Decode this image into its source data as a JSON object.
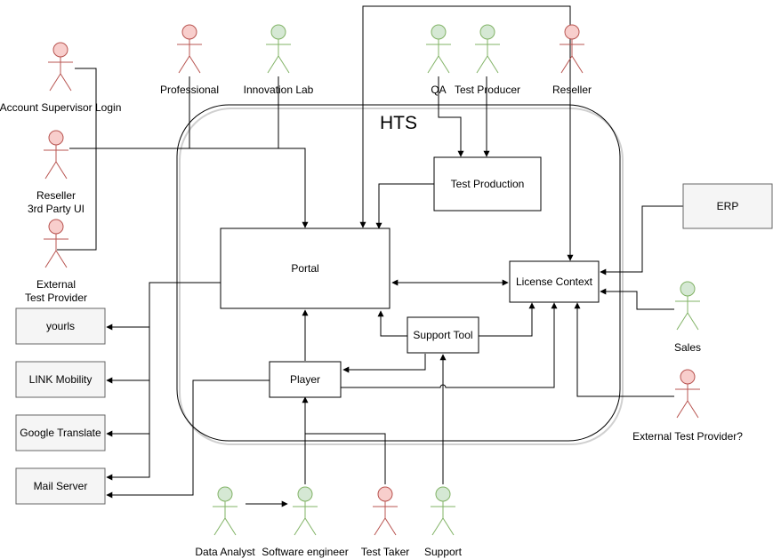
{
  "diagram": {
    "title": "HTS",
    "components": {
      "portal": "Portal",
      "test_production": "Test Production",
      "license_context": "License Context",
      "support_tool": "Support Tool",
      "player": "Player",
      "erp": "ERP"
    },
    "external_services": {
      "yourls": "yourls",
      "link_mobility": "LINK Mobility",
      "google_translate": "Google Translate",
      "mail_server": "Mail Server"
    },
    "actors": {
      "account_supervisor": "Account Supervisor Login",
      "reseller_3rd_party": [
        "Reseller",
        "3rd Party UI"
      ],
      "external_test_provider": [
        "External",
        "Test Provider"
      ],
      "professional": "Professional",
      "innovation_lab": "Innovation Lab",
      "qa": "QA",
      "test_producer": "Test Producer",
      "reseller": "Reseller",
      "sales": "Sales",
      "external_test_provider_q": "External Test Provider?",
      "data_analyst": "Data Analyst",
      "software_engineer": "Software engineer",
      "test_taker": "Test Taker",
      "support": "Support"
    },
    "colors": {
      "actor_red_fill": "#f8cecc",
      "actor_red_stroke": "#b85450",
      "actor_green_fill": "#d5e8d4",
      "actor_green_stroke": "#82b366",
      "external_fill": "#f5f5f5",
      "external_stroke": "#666666",
      "line": "#000000"
    }
  }
}
